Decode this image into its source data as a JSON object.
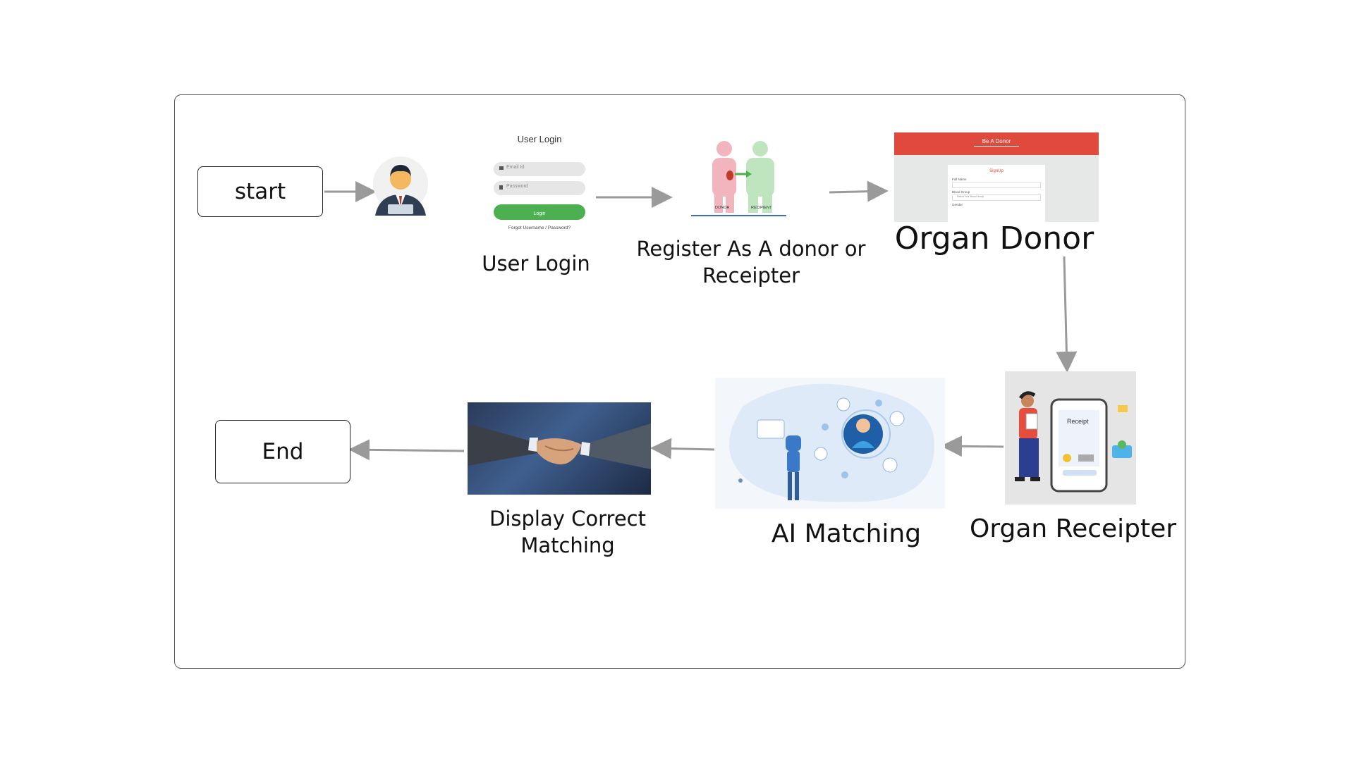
{
  "nodes": {
    "start": "start",
    "end": "End",
    "user_login_caption": "User Login",
    "register_caption_line1": "Register As A donor or",
    "register_caption_line2": "Receipter",
    "organ_donor_caption": "Organ Donor",
    "organ_receipter_caption": "Organ Receipter",
    "ai_matching_caption": "AI Matching",
    "display_caption_line1": "Display Correct",
    "display_caption_line2": "Matching"
  },
  "login_mock": {
    "title": "User Login",
    "email_placeholder": "Email Id",
    "password_placeholder": "Password",
    "login_button": "Login",
    "forgot_link": "Forgot Username / Password?"
  },
  "register_image": {
    "donor_label": "DONOR",
    "recipient_label": "RECIPIENT"
  },
  "donor_mock": {
    "header": "Be A Donor",
    "signup_title": "SignUp",
    "field1": "Full Name",
    "field2": "Blood Group",
    "field3": "Gender",
    "select_placeholder": "Select Your Blood Group"
  },
  "receipt_image": {
    "receipt_label": "Receipt"
  },
  "colors": {
    "arrow": "#9a9a9a",
    "login_green": "#4caf50",
    "donor_header_red": "#e04a3c"
  }
}
